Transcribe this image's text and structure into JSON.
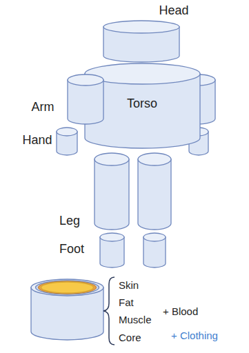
{
  "diagram": {
    "nodes": [
      {
        "text": [
          "Head"
        ]
      },
      {
        "text": [
          "Torso"
        ]
      },
      {
        "text": [
          "Arm"
        ]
      },
      {
        "text": [
          "Hand"
        ]
      },
      {
        "text": [
          "Leg"
        ]
      },
      {
        "text": [
          "Foot"
        ]
      }
    ],
    "labels": [
      "Skin",
      "Fat",
      "Muscle",
      "Core",
      "+ Blood",
      "+ Clothing"
    ]
  }
}
